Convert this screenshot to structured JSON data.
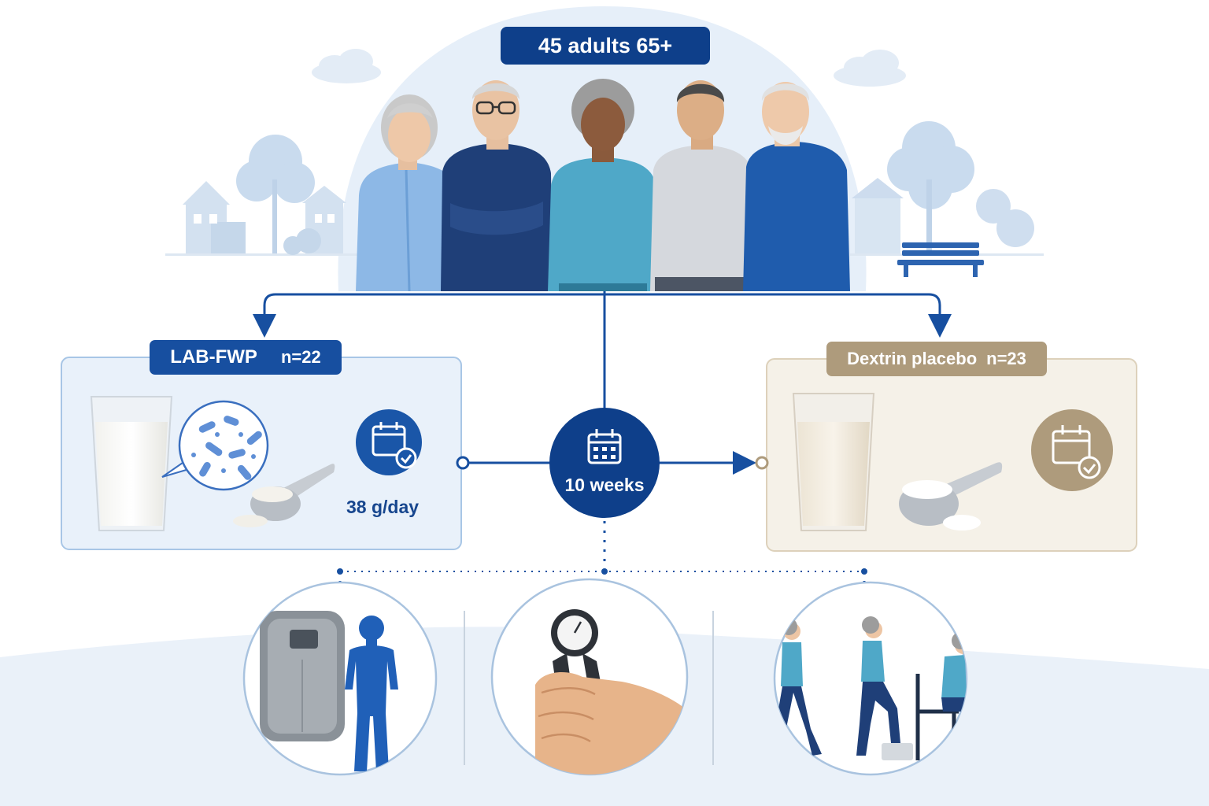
{
  "population": {
    "label": "45 adults 65+"
  },
  "arms": {
    "intervention": {
      "name": "LAB-FWP",
      "n": "n=22",
      "dose": "38 g/day"
    },
    "placebo": {
      "name": "Dextrin placebo",
      "n": "n=23"
    }
  },
  "duration": {
    "label": "10 weeks"
  },
  "outcomes": [
    {
      "icon": "scale-body-icon"
    },
    {
      "icon": "hand-grip-dynamometer-icon"
    },
    {
      "icon": "walk-step-chair-icon"
    }
  ],
  "colors": {
    "navy": "#0e3f8a",
    "blue": "#174fa0",
    "light_blue_panel": "#e9f1fa",
    "beige": "#ae9b7c",
    "beige_panel": "#f5f1e8"
  }
}
